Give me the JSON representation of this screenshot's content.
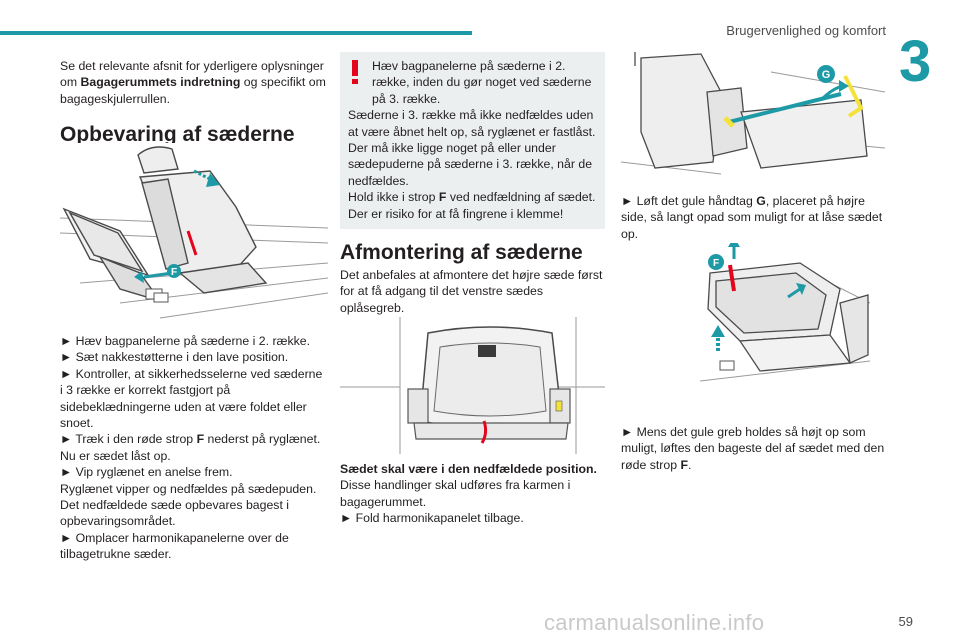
{
  "header": {
    "title": "Brugervenlighed og komfort",
    "chapter": "3"
  },
  "col1": {
    "intro_a": "Se det relevante afsnit for yderligere oplysninger om ",
    "intro_b": "Bagagerummets indretning",
    "intro_c": " og specifikt om bagageskjulerrullen.",
    "heading": "Opbevaring af sæderne",
    "fig_label": "F",
    "steps": [
      "► Hæv bagpanelerne på sæderne i 2. række.",
      "► Sæt nakkestøtterne i den lave position.",
      "► Kontroller, at sikkerhedsselerne ved sæderne i 3  række er korrekt fastgjort på sidebeklædningerne uden at være foldet eller snoet."
    ],
    "step4_a": "► Træk i den røde strop ",
    "step4_b": "F",
    "step4_c": " nederst på ryglænet.",
    "tail": [
      "Nu er sædet låst op.",
      "► Vip ryglænet en anelse frem.",
      "Ryglænet vipper og nedfældes på sædepuden.",
      "Det nedfældede sæde opbevares bagest i opbevaringsområdet.",
      "► Omplacer harmonikapanelerne over de tilbagetrukne sæder."
    ]
  },
  "warning": {
    "line1": "Hæv bagpanelerne på sæderne i 2.",
    "line2": "række, inden du gør noget ved sæderne på 3. række.",
    "line3": "Sæderne i 3. række må ikke nedfældes uden at være åbnet helt op, så ryglænet er fastlåst.",
    "line4": "Der må ikke ligge noget på eller under sædepuderne på sæderne i 3. række, når de nedfældes.",
    "line5_a": "Hold ikke i strop ",
    "line5_b": "F",
    "line5_c": " ved nedfældning af sædet. Der er risiko for at få fingrene i klemme!"
  },
  "col2": {
    "heading": "Afmontering af sæderne",
    "intro": "Det anbefales at afmontere det højre sæde først for at få adgang til det venstre sædes oplåsegreb.",
    "bold": "Sædet skal være i den nedfældede position.",
    "line1": "Disse handlinger skal udføres fra karmen i bagagerummet.",
    "line2": "► Fold harmonikapanelet tilbage."
  },
  "col3": {
    "fig1_label": "G",
    "step1_a": "► Løft det gule håndtag ",
    "step1_b": "G",
    "step1_c": ", placeret på højre side, så langt opad som muligt for at låse sædet op.",
    "fig2_label": "F",
    "step2_a": "► Mens det gule greb holdes så højt op som muligt, løftes den bageste del af sædet med den røde strop ",
    "step2_b": "F",
    "step2_c": "."
  },
  "footer": {
    "page": "59",
    "watermark": "carmanualsonline.info"
  },
  "colors": {
    "accent": "#1e9aa6",
    "warning_bg": "#eceff0",
    "warning_icon": "#e3051b",
    "strap": "#e3051b",
    "handle": "#f4e23a"
  }
}
